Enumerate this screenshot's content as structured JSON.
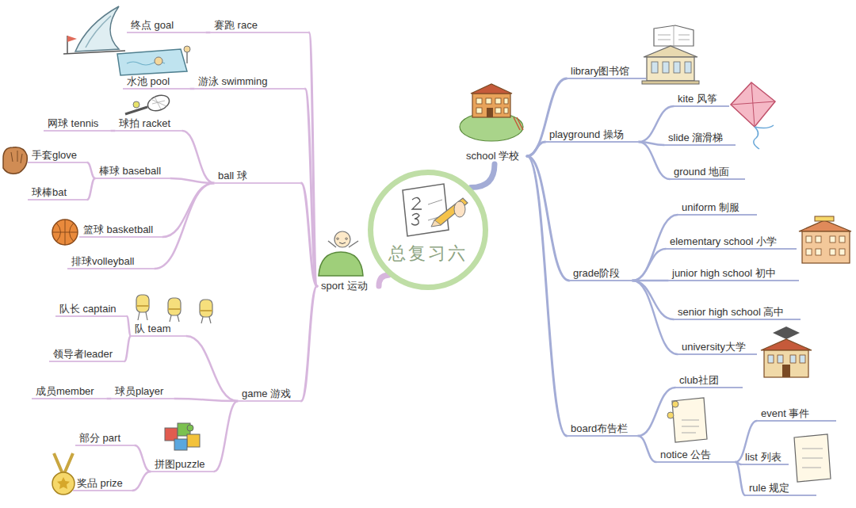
{
  "diagram": {
    "nodes": [
      {
        "text": [
          "总复习六"
        ]
      },
      {
        "text": [
          "sport 运动"
        ]
      },
      {
        "text": [
          "school 学校"
        ]
      },
      {
        "text": [
          "赛跑 race"
        ]
      },
      {
        "text": [
          "终点 goal"
        ]
      },
      {
        "text": [
          "游泳 swimming"
        ]
      },
      {
        "text": [
          "水池 pool"
        ]
      },
      {
        "text": [
          "ball 球"
        ]
      },
      {
        "text": [
          "球拍 racket"
        ]
      },
      {
        "text": [
          "网球 tennis"
        ]
      },
      {
        "text": [
          "棒球 baseball"
        ]
      },
      {
        "text": [
          "手套glove"
        ]
      },
      {
        "text": [
          "球棒bat"
        ]
      },
      {
        "text": [
          "篮球 basketball"
        ]
      },
      {
        "text": [
          "排球volleyball"
        ]
      },
      {
        "text": [
          "game 游戏"
        ]
      },
      {
        "text": [
          "队 team"
        ]
      },
      {
        "text": [
          "队长 captain"
        ]
      },
      {
        "text": [
          "领导者leader"
        ]
      },
      {
        "text": [
          "球员player"
        ]
      },
      {
        "text": [
          "成员member"
        ]
      },
      {
        "text": [
          "拼图puzzle"
        ]
      },
      {
        "text": [
          "部分 part"
        ]
      },
      {
        "text": [
          "奖品 prize"
        ]
      },
      {
        "text": [
          "library图书馆"
        ]
      },
      {
        "text": [
          "playground 操场"
        ]
      },
      {
        "text": [
          "kite 风筝"
        ]
      },
      {
        "text": [
          "slide 溜滑梯"
        ]
      },
      {
        "text": [
          "ground 地面"
        ]
      },
      {
        "text": [
          "grade阶段"
        ]
      },
      {
        "text": [
          "uniform 制服"
        ]
      },
      {
        "text": [
          "elementary school 小学"
        ]
      },
      {
        "text": [
          "junior high school 初中"
        ]
      },
      {
        "text": [
          "senior high school 高中"
        ]
      },
      {
        "text": [
          "university大学"
        ]
      },
      {
        "text": [
          "board布告栏"
        ]
      },
      {
        "text": [
          "club社团"
        ]
      },
      {
        "text": [
          "notice 公告"
        ]
      },
      {
        "text": [
          "event 事件"
        ]
      },
      {
        "text": [
          "list 列表"
        ]
      },
      {
        "text": [
          "rule 规定"
        ]
      }
    ],
    "edges": [
      {
        "from": 0,
        "to": 1,
        "arrow": "none"
      },
      {
        "from": 0,
        "to": 2,
        "arrow": "none"
      },
      {
        "from": 1,
        "to": 3,
        "arrow": "none"
      },
      {
        "from": 3,
        "to": 4,
        "arrow": "none"
      },
      {
        "from": 1,
        "to": 5,
        "arrow": "none"
      },
      {
        "from": 5,
        "to": 6,
        "arrow": "none"
      },
      {
        "from": 1,
        "to": 7,
        "arrow": "none"
      },
      {
        "from": 7,
        "to": 8,
        "arrow": "none"
      },
      {
        "from": 8,
        "to": 9,
        "arrow": "none"
      },
      {
        "from": 7,
        "to": 10,
        "arrow": "none"
      },
      {
        "from": 10,
        "to": 11,
        "arrow": "none"
      },
      {
        "from": 10,
        "to": 12,
        "arrow": "none"
      },
      {
        "from": 7,
        "to": 13,
        "arrow": "none"
      },
      {
        "from": 7,
        "to": 14,
        "arrow": "none"
      },
      {
        "from": 1,
        "to": 15,
        "arrow": "none"
      },
      {
        "from": 15,
        "to": 16,
        "arrow": "none"
      },
      {
        "from": 16,
        "to": 17,
        "arrow": "none"
      },
      {
        "from": 16,
        "to": 18,
        "arrow": "none"
      },
      {
        "from": 15,
        "to": 19,
        "arrow": "none"
      },
      {
        "from": 19,
        "to": 20,
        "arrow": "none"
      },
      {
        "from": 15,
        "to": 21,
        "arrow": "none"
      },
      {
        "from": 21,
        "to": 22,
        "arrow": "none"
      },
      {
        "from": 21,
        "to": 23,
        "arrow": "none"
      },
      {
        "from": 2,
        "to": 24,
        "arrow": "none"
      },
      {
        "from": 2,
        "to": 25,
        "arrow": "none"
      },
      {
        "from": 25,
        "to": 26,
        "arrow": "none"
      },
      {
        "from": 25,
        "to": 27,
        "arrow": "none"
      },
      {
        "from": 25,
        "to": 28,
        "arrow": "none"
      },
      {
        "from": 2,
        "to": 29,
        "arrow": "none"
      },
      {
        "from": 29,
        "to": 30,
        "arrow": "none"
      },
      {
        "from": 29,
        "to": 31,
        "arrow": "none"
      },
      {
        "from": 29,
        "to": 32,
        "arrow": "none"
      },
      {
        "from": 29,
        "to": 33,
        "arrow": "none"
      },
      {
        "from": 29,
        "to": 34,
        "arrow": "none"
      },
      {
        "from": 2,
        "to": 35,
        "arrow": "none"
      },
      {
        "from": 35,
        "to": 36,
        "arrow": "none"
      },
      {
        "from": 35,
        "to": 37,
        "arrow": "none"
      },
      {
        "from": 37,
        "to": 38,
        "arrow": "none"
      },
      {
        "from": 37,
        "to": 39,
        "arrow": "none"
      },
      {
        "from": 37,
        "to": 40,
        "arrow": "none"
      }
    ]
  }
}
